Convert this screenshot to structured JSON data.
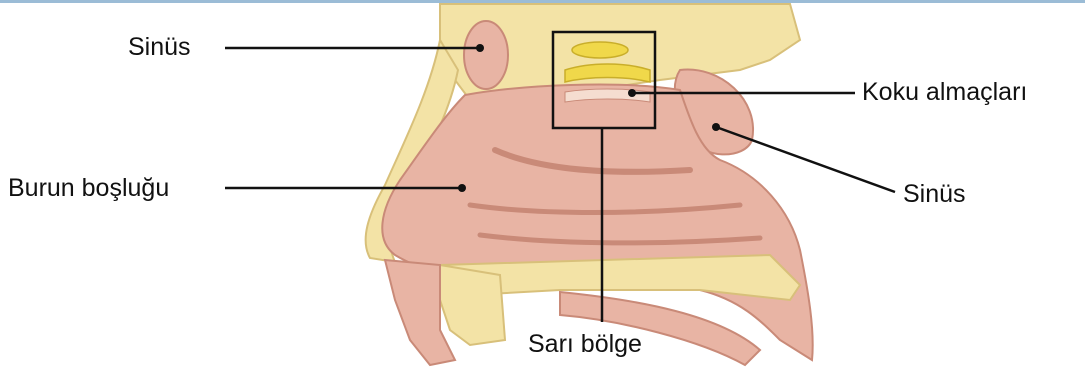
{
  "labels": {
    "sinus_upper": "Sinüs",
    "koku_almaclari": "Koku almaçları",
    "sinus_lower": "Sinüs",
    "burun_boslugu": "Burun boşluğu",
    "sari_bolge": "Sarı bölge"
  },
  "colors": {
    "cavity": "#e8b4a4",
    "cavity_dark": "#c98a78",
    "bone": "#f3e3a6",
    "bone_edge": "#d8c07a",
    "olfactory": "#f0d84a",
    "line": "#111111"
  }
}
